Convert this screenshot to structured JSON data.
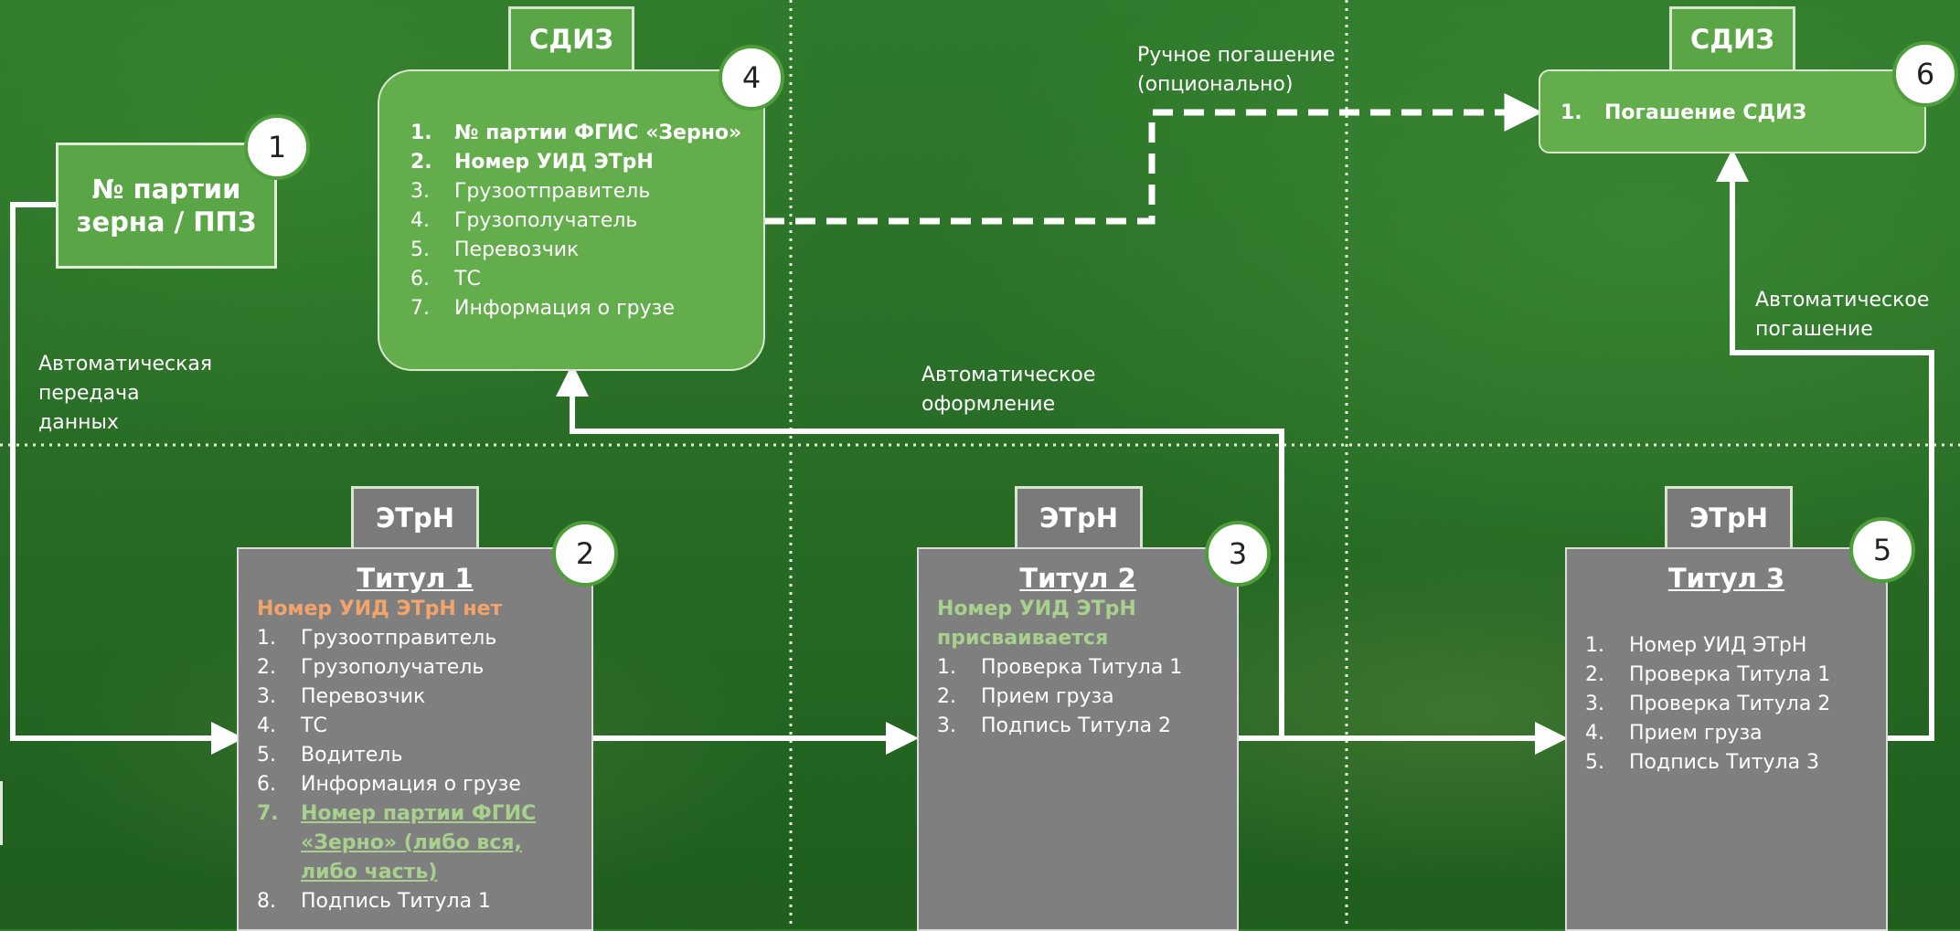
{
  "box1": {
    "text": "№ партии\nзерна / ППЗ",
    "line1": "№ партии",
    "line2": "зерна / ППЗ",
    "badge": "1"
  },
  "sdiz_top": {
    "tab": "СДИЗ",
    "badge": "4",
    "items": [
      {
        "n": "1.",
        "text": "№ партии ФГИС «Зерно»",
        "bold": true
      },
      {
        "n": "2.",
        "text": "Номер УИД ЭТрН",
        "bold": true
      },
      {
        "n": "3.",
        "text": "Грузоотправитель"
      },
      {
        "n": "4.",
        "text": "Грузополучатель"
      },
      {
        "n": "5.",
        "text": "Перевозчик"
      },
      {
        "n": "6.",
        "text": "ТС"
      },
      {
        "n": "7.",
        "text": "Информация о грузе"
      }
    ]
  },
  "sdiz_right": {
    "tab": "СДИЗ",
    "badge": "6",
    "items": [
      {
        "n": "1.",
        "text": "Погашение СДИЗ",
        "bold": true
      }
    ]
  },
  "labels": {
    "auto_transfer": [
      "Автоматическая",
      "передача",
      "данных"
    ],
    "manual_redeem": [
      "Ручное погашение",
      "(опционально)"
    ],
    "auto_issue": [
      "Автоматическое",
      "оформление"
    ],
    "auto_redeem": [
      "Автоматическое",
      "погашение"
    ]
  },
  "title1": {
    "tab": "ЭТрН",
    "badge": "2",
    "title": "Титул 1",
    "status": "Номер УИД ЭТрН нет",
    "items": [
      {
        "n": "1.",
        "text": "Грузоотправитель"
      },
      {
        "n": "2.",
        "text": "Грузополучатель"
      },
      {
        "n": "3.",
        "text": "Перевозчик"
      },
      {
        "n": "4.",
        "text": "ТС"
      },
      {
        "n": "5.",
        "text": "Водитель"
      },
      {
        "n": "6.",
        "text": "Информация о грузе"
      },
      {
        "n": "7.",
        "text": "Номер партии ФГИС «Зерно» (либо вся, либо часть)",
        "highlight": true
      },
      {
        "n": "8.",
        "text": "Подпись Титула 1"
      }
    ]
  },
  "title2": {
    "tab": "ЭТрН",
    "badge": "3",
    "title": "Титул 2",
    "status": "Номер УИД ЭТрН присваивается",
    "items": [
      {
        "n": "1.",
        "text": "Проверка Титула 1"
      },
      {
        "n": "2.",
        "text": "Прием груза"
      },
      {
        "n": "3.",
        "text": "Подпись Титула 2"
      }
    ]
  },
  "title3": {
    "tab": "ЭТрН",
    "badge": "5",
    "title": "Титул 3",
    "items": [
      {
        "n": "1.",
        "text": "Номер УИД ЭТрН"
      },
      {
        "n": "2.",
        "text": "Проверка Титула 1"
      },
      {
        "n": "3.",
        "text": "Проверка Титула 2"
      },
      {
        "n": "4.",
        "text": "Прием груза"
      },
      {
        "n": "5.",
        "text": "Подпись Титула 3"
      }
    ]
  },
  "colors": {
    "status_none": "#f4a46b",
    "status_assigned": "#a9d18e",
    "highlight_item": "#a9d18e",
    "sdiz_green": "#63ad4c",
    "etrn_gray": "#7f7f7f"
  }
}
